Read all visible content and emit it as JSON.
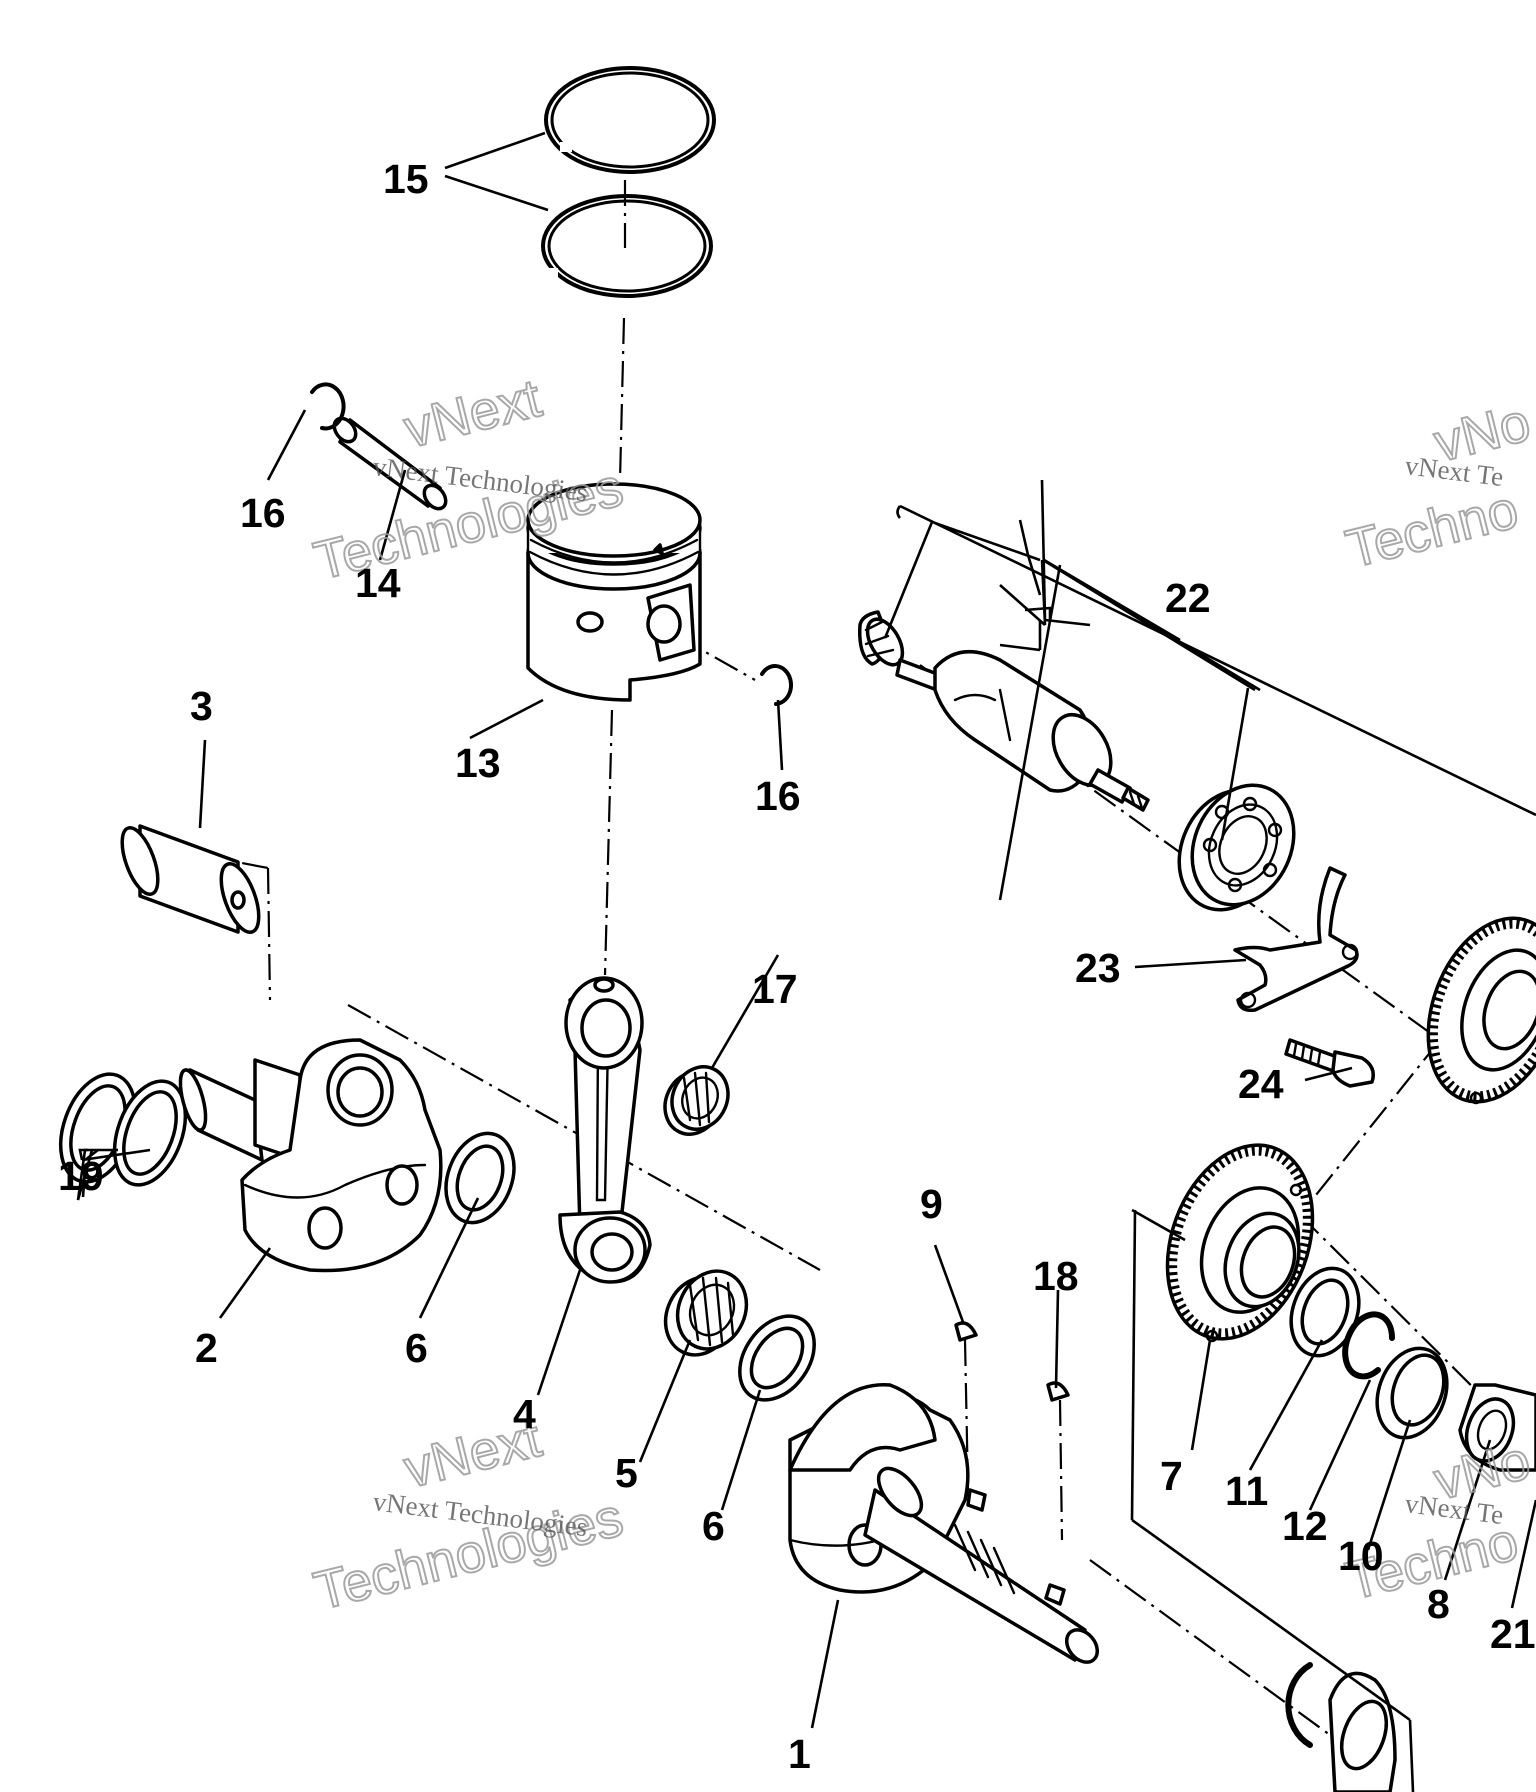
{
  "callouts": {
    "c1": "1",
    "c2": "2",
    "c3": "3",
    "c4": "4",
    "c5": "5",
    "c6a": "6",
    "c6b": "6",
    "c7": "7",
    "c8": "8",
    "c9": "9",
    "c10": "10",
    "c11": "11",
    "c12": "12",
    "c13": "13",
    "c14": "14",
    "c15": "15",
    "c16a": "16",
    "c16b": "16",
    "c17": "17",
    "c18": "18",
    "c19": "19",
    "c21": "21",
    "c22": "22",
    "c23": "23",
    "c24": "24"
  },
  "watermark": {
    "line1": "vNext",
    "line2": "Technologies",
    "line_small": "vNext Technologies",
    "right_small": "vNext Te",
    "right_big": "Techno",
    "right_top": "vNo"
  },
  "colors": {
    "ink": "#000000",
    "paper": "#ffffff",
    "watermark": "#9a9a9a"
  }
}
